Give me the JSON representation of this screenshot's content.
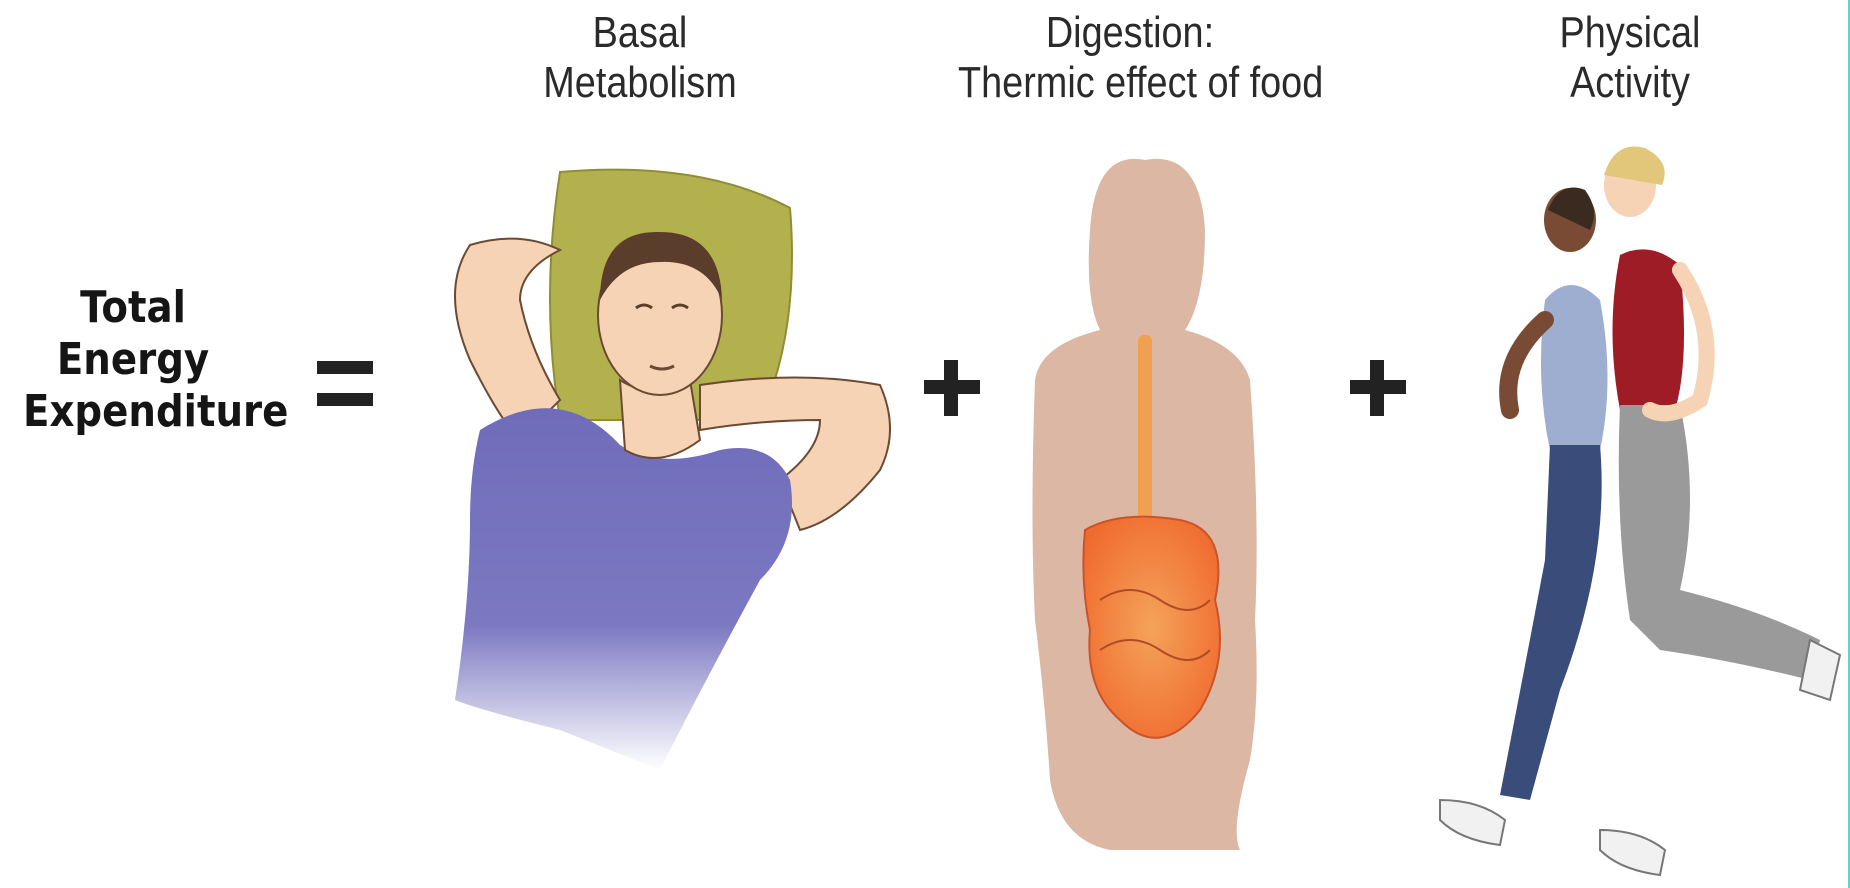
{
  "diagram": {
    "left_term": {
      "lines": [
        "Total",
        "Energy",
        "Expenditure"
      ]
    },
    "operators": {
      "equals": "=",
      "plus": "+"
    },
    "components": [
      {
        "lines": [
          "Basal",
          "Metabolism"
        ],
        "icon": "resting-person-icon"
      },
      {
        "lines": [
          "Digestion:",
          "Thermic effect of food"
        ],
        "icon": "digestive-system-icon"
      },
      {
        "lines": [
          "Physical",
          "Activity"
        ],
        "icon": "runners-icon"
      }
    ]
  },
  "colors": {
    "pillow": "#b3b04e",
    "shirt": "#6f6cba",
    "skin": "#f6d3b5",
    "body_silhouette": "#dcb7a3",
    "organs": "#f27a3a",
    "runner_top_red": "#9e1c25",
    "runner_top_blue": "#9eaed0",
    "pants_navy": "#3a4d7a",
    "pants_gray": "#9a9a9a",
    "operator": "#222222"
  }
}
